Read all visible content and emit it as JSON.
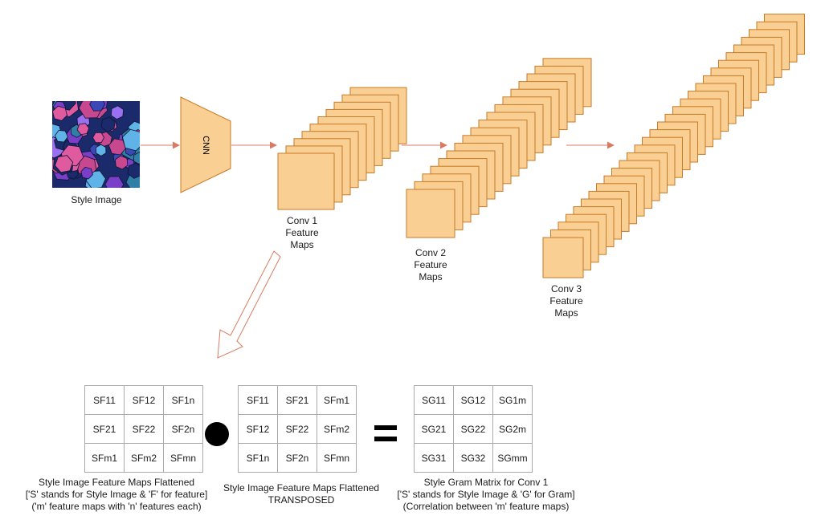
{
  "colors": {
    "map_fill": "#f9cf94",
    "map_stroke": "#c97a24",
    "arrow": "#d97b62",
    "grid_border": "#aaaaaa",
    "style_image_palette": [
      "#1b2a6b",
      "#3b49b8",
      "#7a3fc8",
      "#5fb3e6",
      "#c7488f",
      "#2f7fa6",
      "#9a6ff0",
      "#e05aa0"
    ]
  },
  "icons": {
    "dot_operator": "black-circle-icon",
    "equals": "equals-sign-icon"
  },
  "style_image": {
    "caption": "Style Image"
  },
  "cnn": {
    "label": "CNN"
  },
  "conv_layers": [
    {
      "lines": [
        "Conv 1",
        "Feature",
        "Maps"
      ]
    },
    {
      "lines": [
        "Conv 2",
        "Feature",
        "Maps"
      ]
    },
    {
      "lines": [
        "Conv 3",
        "Feature",
        "Maps"
      ]
    }
  ],
  "matrices": {
    "flattened": {
      "cells": [
        [
          "SF11",
          "SF12",
          "SF1n"
        ],
        [
          "SF21",
          "SF22",
          "SF2n"
        ],
        [
          "SFm1",
          "SFm2",
          "SFmn"
        ]
      ],
      "caption": [
        "Style Image Feature Maps Flattened",
        "['S' stands for Style Image & 'F' for feature]",
        "('m' feature maps with 'n' features each)"
      ]
    },
    "transposed": {
      "cells": [
        [
          "SF11",
          "SF21",
          "SFm1"
        ],
        [
          "SF12",
          "SF22",
          "SFm2"
        ],
        [
          "SF1n",
          "SF2n",
          "SFmn"
        ]
      ],
      "caption": [
        "Style Image Feature Maps Flattened",
        "TRANSPOSED"
      ]
    },
    "gram": {
      "cells": [
        [
          "SG11",
          "SG12",
          "SG1m"
        ],
        [
          "SG21",
          "SG22",
          "SG2m"
        ],
        [
          "SG31",
          "SG32",
          "SGmm"
        ]
      ],
      "caption": [
        "Style Gram Matrix for Conv 1",
        "['S' stands for Style Image & 'G' for Gram]",
        "(Correlation between 'm' feature maps)"
      ]
    }
  }
}
